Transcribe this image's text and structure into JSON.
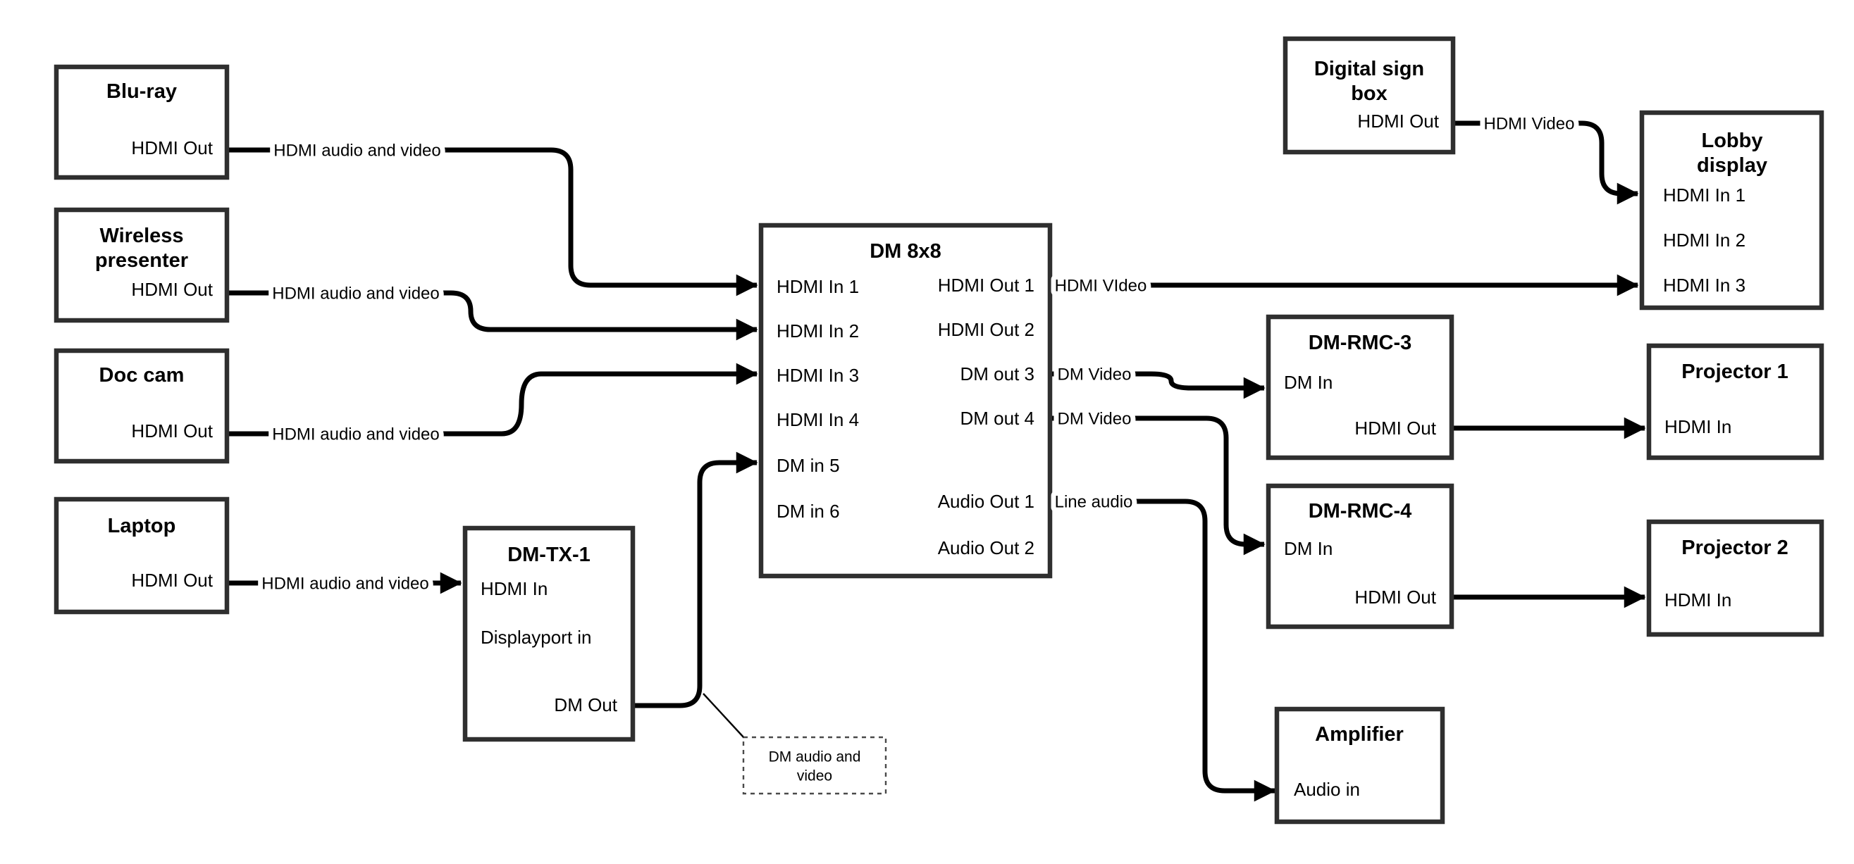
{
  "colors": {
    "background": "#ffffff",
    "line": "#000000",
    "box_border": "#2f2f2f"
  },
  "boxes": {
    "bluray": {
      "title": "Blu-ray",
      "port_hdmi_out": "HDMI Out"
    },
    "wireless_presenter": {
      "title_line1": "Wireless",
      "title_line2": "presenter",
      "port_hdmi_out": "HDMI Out"
    },
    "doc_cam": {
      "title": "Doc cam",
      "port_hdmi_out": "HDMI Out"
    },
    "laptop": {
      "title": "Laptop",
      "port_hdmi_out": "HDMI Out"
    },
    "dm_tx_1": {
      "title": "DM-TX-1",
      "port_hdmi_in": "HDMI In",
      "port_displayport_in": "Displayport in",
      "port_dm_out": "DM Out"
    },
    "dm_8x8": {
      "title": "DM 8x8",
      "port_hdmi_in_1": "HDMI In 1",
      "port_hdmi_in_2": "HDMI In 2",
      "port_hdmi_in_3": "HDMI In 3",
      "port_hdmi_in_4": "HDMI In 4",
      "port_dm_in_5": "DM in 5",
      "port_dm_in_6": "DM in 6",
      "port_hdmi_out_1": "HDMI Out 1",
      "port_hdmi_out_2": "HDMI Out 2",
      "port_dm_out_3": "DM out 3",
      "port_dm_out_4": "DM out 4",
      "port_audio_out_1": "Audio Out 1",
      "port_audio_out_2": "Audio Out 2"
    },
    "digital_sign_box": {
      "title_line1": "Digital sign",
      "title_line2": "box",
      "port_hdmi_out": "HDMI Out"
    },
    "lobby_display": {
      "title_line1": "Lobby",
      "title_line2": "display",
      "port_hdmi_in_1": "HDMI In 1",
      "port_hdmi_in_2": "HDMI In 2",
      "port_hdmi_in_3": "HDMI In 3"
    },
    "dm_rmc_3": {
      "title": "DM-RMC-3",
      "port_dm_in": "DM In",
      "port_hdmi_out": "HDMI Out"
    },
    "projector_1": {
      "title": "Projector 1",
      "port_hdmi_in": "HDMI In"
    },
    "dm_rmc_4": {
      "title": "DM-RMC-4",
      "port_dm_in": "DM In",
      "port_hdmi_out": "HDMI Out"
    },
    "projector_2": {
      "title": "Projector 2",
      "port_hdmi_in": "HDMI In"
    },
    "amplifier": {
      "title": "Amplifier",
      "port_audio_in": "Audio in"
    }
  },
  "connection_labels": {
    "bluray_to_dm8x8": "HDMI audio and video",
    "wireless_to_dm8x8": "HDMI audio and video",
    "doccam_to_dm8x8": "HDMI audio and video",
    "laptop_to_dmtx1": "HDMI audio and video",
    "hdmi_out_1_to_lobby": "HDMI VIdeo",
    "dm_out_3_to_rmc3": "DM Video",
    "dm_out_4_to_rmc4": "DM Video",
    "audio_out_1_to_amplifier": "Line audio",
    "digital_sign_to_lobby": "HDMI Video"
  },
  "note": {
    "line1": "DM audio and",
    "line2": "video"
  }
}
